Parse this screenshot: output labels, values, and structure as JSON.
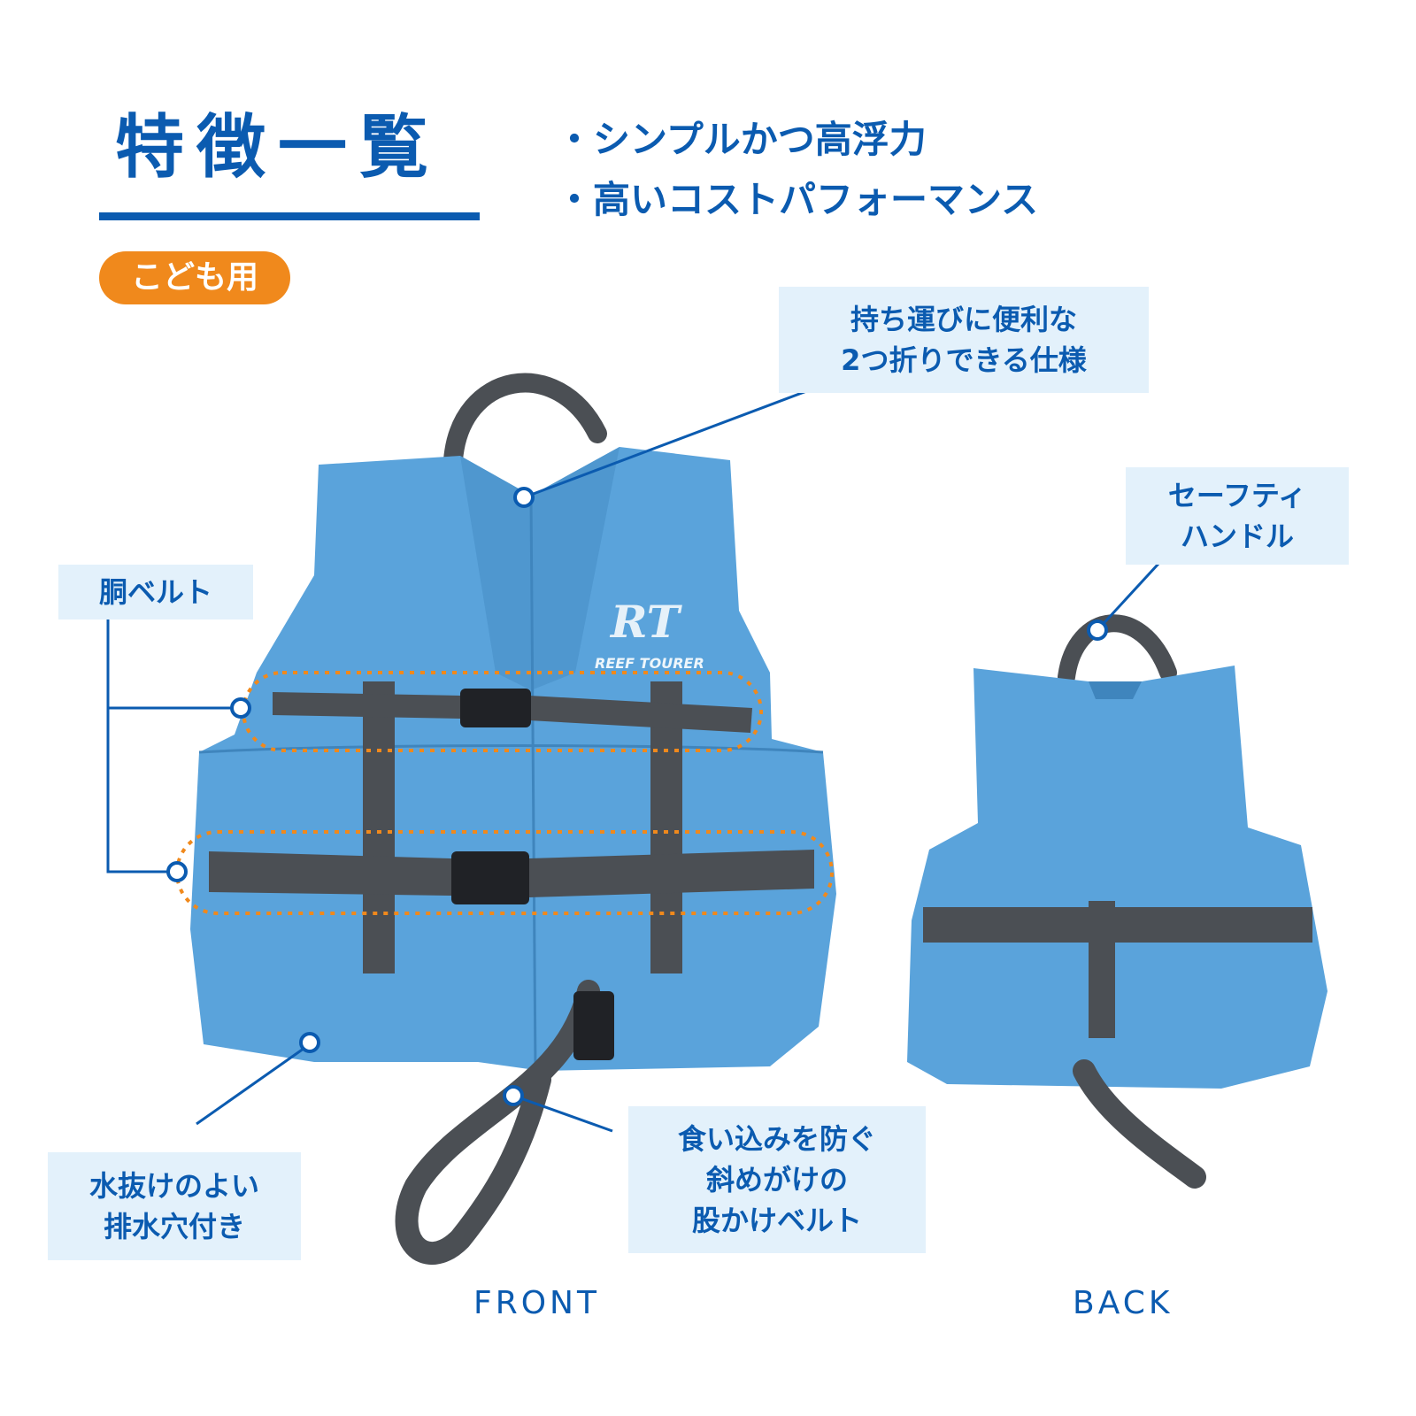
{
  "header": {
    "title": "特徴一覧",
    "bullets": [
      "・シンプルかつ高浮力",
      "・高いコストパフォーマンス"
    ],
    "badge": "こども用"
  },
  "callouts": {
    "handle_fold": [
      "持ち運びに便利な",
      "2つ折りできる仕様"
    ],
    "waist_belt": [
      "胴ベルト"
    ],
    "safety_handle": [
      "セーフティ",
      "ハンドル"
    ],
    "drain_holes": [
      "水抜けのよい",
      "排水穴付き"
    ],
    "crotch_belt": [
      "食い込みを防ぐ",
      "斜めがけの",
      "股かけベルト"
    ]
  },
  "labels": {
    "front": "FRONT",
    "back": "BACK"
  },
  "logo": {
    "brand": "REEF TOURER",
    "mark": "RT"
  },
  "colors": {
    "accent_blue": "#0b5bb0",
    "badge_orange": "#f0891c",
    "callout_bg": "#e3f1fb",
    "vest_blue": "#5aa3db",
    "strap_gray": "#4b4f54"
  }
}
